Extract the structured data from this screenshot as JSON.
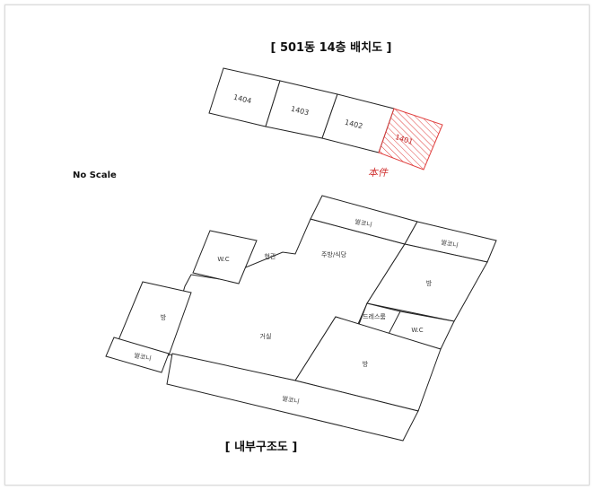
{
  "top_title": "[ 501동 14층 배치도 ]",
  "scale_note": "No Scale",
  "units": [
    {
      "label": "1404"
    },
    {
      "label": "1403"
    },
    {
      "label": "1402"
    },
    {
      "label": "1401",
      "highlighted": true
    }
  ],
  "subject_mark": "本件",
  "rooms": {
    "balcony_top": "발코니",
    "balcony_right": "발코니",
    "wc_left": "W.C",
    "entrance": "현관",
    "kitchen": "주방/식당",
    "room_right": "방",
    "dress_room": "드레스룸",
    "wc_right": "W.C",
    "room_left": "방",
    "living": "거실",
    "balcony_left": "발코니",
    "room_bottom": "방",
    "balcony_bottom": "발코니"
  },
  "bottom_title": "[ 내부구조도 ]",
  "colors": {
    "highlight": "#e0403f",
    "line": "#222222"
  }
}
